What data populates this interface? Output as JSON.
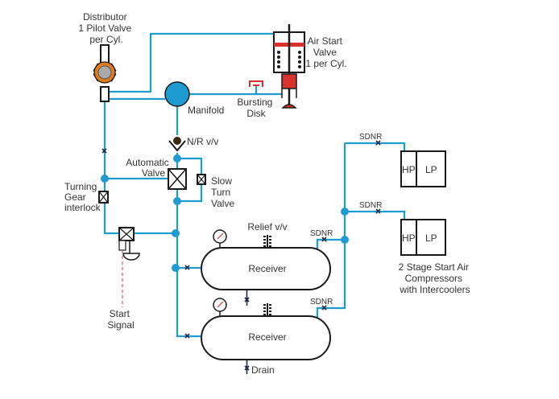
{
  "labels": {
    "distributor": [
      "Distributor",
      "1 Pilot Valve",
      "per Cyl."
    ],
    "air_start_valve": [
      "Air Start",
      "Valve",
      "1 per Cyl."
    ],
    "manifold": "Manifold",
    "bursting_disk": [
      "Bursting",
      "Disk"
    ],
    "nr_valve": "N/R v/v",
    "automatic_valve": [
      "Automatic",
      "Valve"
    ],
    "slow_turn_valve": [
      "Slow",
      "Turn",
      "Valve"
    ],
    "turning_gear": [
      "Turning",
      "Gear",
      "interlock"
    ],
    "start_signal": [
      "Start",
      "Signal"
    ],
    "relief_valve": "Relief v/v",
    "receiver_1": "Receiver",
    "receiver_2": "Receiver",
    "drain": "Drain",
    "sdnr": [
      "SDNR",
      "SDNR",
      "SDNR",
      "SDNR"
    ],
    "compressor_1": {
      "hp": "HP",
      "lp": "LP"
    },
    "compressor_2": {
      "hp": "HP",
      "lp": "LP"
    },
    "compressors": [
      "2 Stage Start Air",
      "Compressors",
      "with Intercoolers"
    ]
  },
  "colors": {
    "pipe": "#1e9bd0",
    "valve_red": "#d9312b",
    "distributor_ring": "#e07a1f",
    "signal": "#e0506a"
  }
}
